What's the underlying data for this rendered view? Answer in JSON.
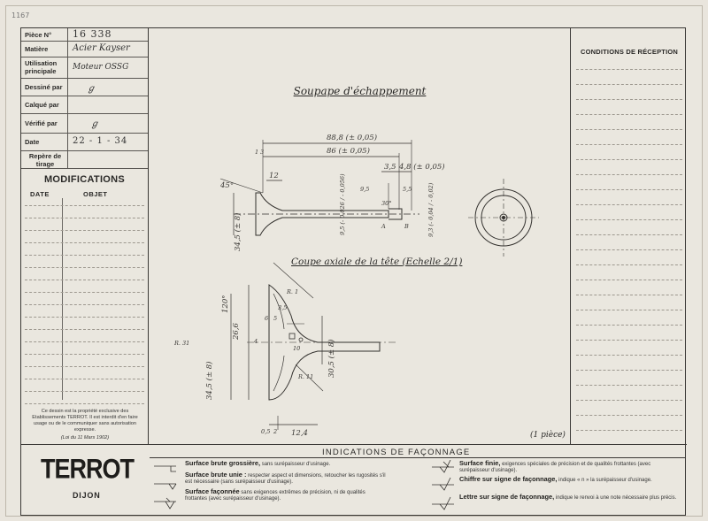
{
  "corner_mark": "1167",
  "fields": [
    {
      "label": "Pièce N°",
      "value": "16 338"
    },
    {
      "label": "Matière",
      "value": "Acier Kayser"
    },
    {
      "label": "Utilisation principale",
      "value": "Moteur OSSG"
    },
    {
      "label": "Dessiné par",
      "value": "ℊ"
    },
    {
      "label": "Calqué par",
      "value": ""
    },
    {
      "label": "Vérifié par",
      "value": "ℊ"
    },
    {
      "label": "Date",
      "value": "22 - 1 - 34"
    },
    {
      "label": "Repère de tirage",
      "value": ""
    }
  ],
  "modifications": {
    "title": "MODIFICATIONS",
    "col_date": "DATE",
    "col_objet": "OBJET"
  },
  "owner_note": "Ce dessin est la propriété exclusive des Etablissements TERROT. Il est interdit d'en faire usage ou de le communiquer sans autorisation expresse.",
  "law_note": "(Loi du 11 Mars 1902)",
  "drawing": {
    "title": "Soupape d'échappement",
    "section_caption": "Coupe axiale de la tête (Echelle 2/1)",
    "quantity_note": "(1 pièce)",
    "dims": {
      "total_length": "88,8 (± 0,05)",
      "length_86": "86 (± 0,05)",
      "dim_3_5": "3,5",
      "dim_4_8": "4,8 (± 0,05)",
      "dim_12": "12",
      "dim_9_5": "9,5",
      "dim_5_5": "5,5",
      "dim_3": "3",
      "dim_1": "1",
      "angle_45": "45°",
      "angle_30": "30°",
      "head_diam": "34,5 (± 8)",
      "stem_diam": "9,5 (- 0,026 / - 0,056)",
      "tip_diam": "9,3 (- 0,04 / - 0,02)",
      "angle_120": "120°",
      "dim_26_6": "26,6",
      "dim_6": "6",
      "dim_5": "5",
      "dim_3_5b": "3,5",
      "dim_4": "4",
      "r31": "R. 31",
      "r11": "R. 11",
      "r14": "R. 1",
      "head_diam_2": "34,5 (± 8)",
      "dim_30_5": "30,5 (± 8)",
      "dim_0_5": "0,5",
      "dim_2": "2",
      "dim_12_4": "12,4",
      "dim_10": "10",
      "label_a": "A",
      "label_b": "B"
    }
  },
  "reception": {
    "title": "CONDITIONS DE RÉCEPTION"
  },
  "logo": {
    "brand": "TERROT",
    "city": "DIJON"
  },
  "indications": {
    "title": "INDICATIONS DE FAÇONNAGE",
    "items": [
      {
        "head": "Surface brute grossière,",
        "text": "sans surépaisseur d'usinage."
      },
      {
        "head": "Surface brute unie :",
        "text": "respecter aspect et dimensions, retoucher les rugosités s'il est nécessaire (sans surépaisseur d'usinage)."
      },
      {
        "head": "Surface façonnée",
        "text": "sans exigences extrêmes de précision, ni de qualités frottantes (avec surépaisseur d'usinage)."
      },
      {
        "head": "Surface finie,",
        "text": "exigences spéciales de précision et de qualités frottantes (avec surépaisseur d'usinage)."
      },
      {
        "head": "Chiffre sur signe de façonnage,",
        "text": "indique « n » la surépaisseur d'usinage."
      },
      {
        "head": "Lettre sur signe de façonnage,",
        "text": "indique le renvoi à une note nécessaire plus précis."
      }
    ]
  }
}
